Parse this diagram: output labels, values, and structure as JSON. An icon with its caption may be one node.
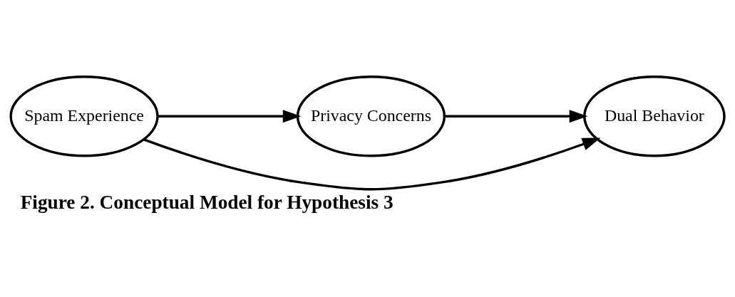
{
  "diagram": {
    "caption": "Figure 2. Conceptual Model for Hypothesis 3",
    "nodes": [
      {
        "text": [
          "Spam Experience"
        ]
      },
      {
        "text": [
          "Privacy Concerns"
        ]
      },
      {
        "text": [
          "Dual Behavior"
        ]
      }
    ],
    "edges": [
      {
        "from": 0,
        "to": 1,
        "arrow": "to"
      },
      {
        "from": 1,
        "to": 2,
        "arrow": "to"
      },
      {
        "from": 0,
        "to": 2,
        "arrow": "to"
      }
    ]
  }
}
